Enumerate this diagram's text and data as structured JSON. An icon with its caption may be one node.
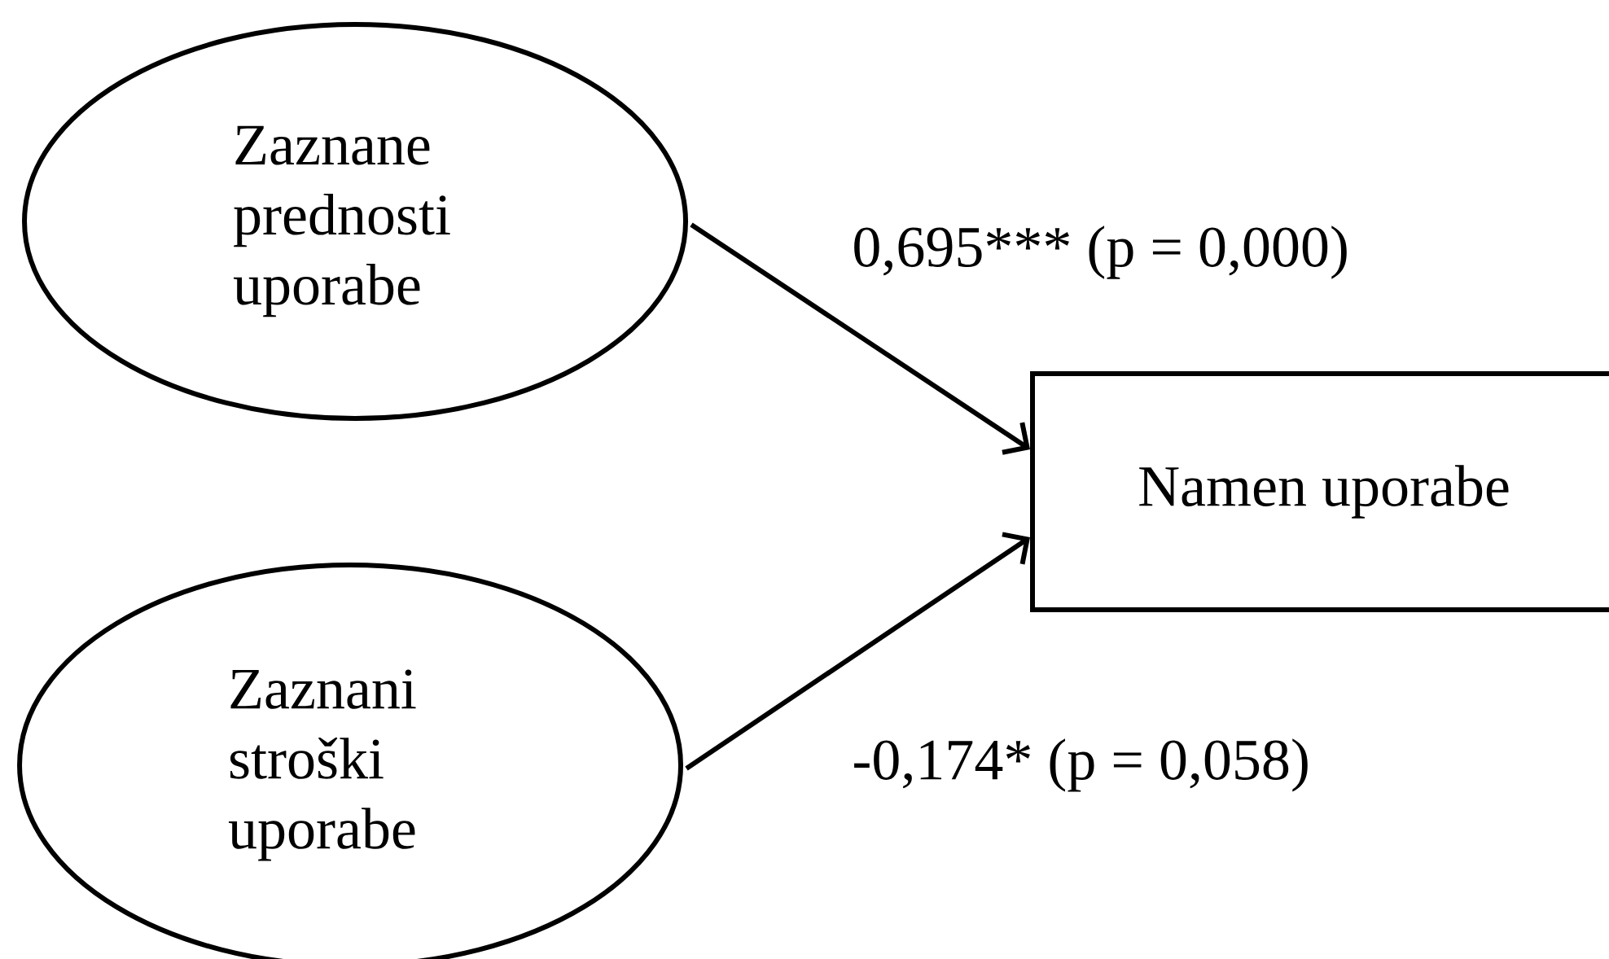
{
  "diagram": {
    "nodes": [
      {
        "text": [
          "Zaznane prednosti uporabe"
        ]
      },
      {
        "text": [
          "Zaznani stroški uporabe"
        ]
      },
      {
        "text": [
          "Namen uporabe"
        ]
      }
    ],
    "edges": [
      {
        "from": 0,
        "to": 2,
        "arrow": "to",
        "label": "0,695*** (p = 0,000)"
      },
      {
        "from": 1,
        "to": 2,
        "arrow": "to",
        "label": "-0,174* (p = 0,058)"
      }
    ]
  }
}
